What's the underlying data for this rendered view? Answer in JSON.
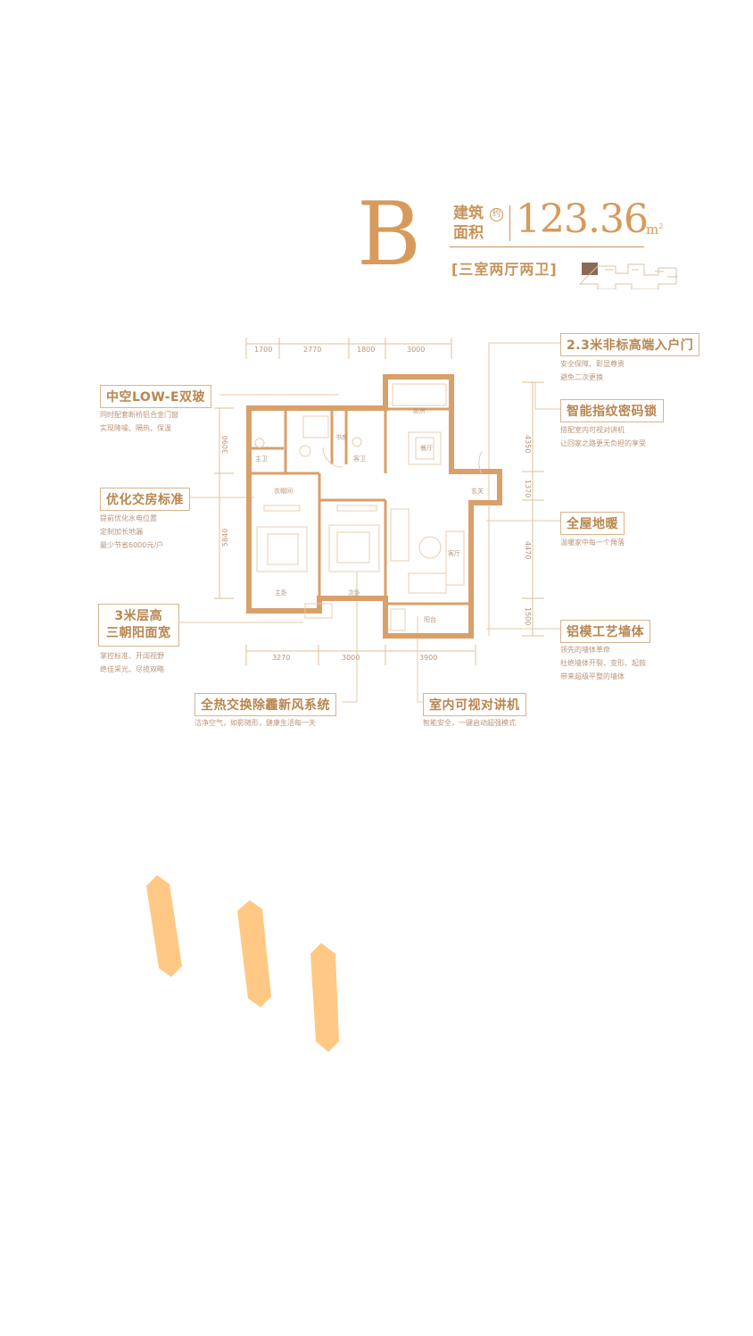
{
  "header": {
    "plan_letter": "B",
    "area_label_line1": "建筑",
    "area_label_line2": "面积",
    "area_approx": "约",
    "area_value": "123.36",
    "area_unit": "m",
    "area_unit_sup": "2",
    "layout_type": "[三室两厅两卫]"
  },
  "dimensions": {
    "top": [
      "1700",
      "2770",
      "1800",
      "3000"
    ],
    "bottom": [
      "3270",
      "3000",
      "3900"
    ],
    "left": [
      "3090",
      "5840"
    ],
    "right": [
      "4350",
      "1370",
      "4470",
      "1500"
    ]
  },
  "rooms": {
    "master_bath": "主卫",
    "study": "书房",
    "guest_bath": "客卫",
    "kitchen": "厨房",
    "dining": "餐厅",
    "closet": "衣帽间",
    "entrance": "玄关",
    "master_bedroom": "主卧",
    "second_bedroom": "次卧",
    "living_room": "客厅",
    "balcony": "阳台"
  },
  "features": {
    "door": {
      "title": "2.3米非标高端入户门",
      "desc": [
        "安全保障、彰显尊贵",
        "避免二次更换"
      ]
    },
    "glass": {
      "title": "中空LOW-E双玻",
      "desc": [
        "同时配套断桥铝合金门窗",
        "实现降噪、隔热、保温"
      ]
    },
    "lock": {
      "title": "智能指纹密码锁",
      "desc": [
        "搭配室内可视对讲机",
        "让回家之路更无负担的享受"
      ]
    },
    "optimize": {
      "title": "优化交房标准",
      "desc": [
        "提前优化水电位置",
        "定制加长地漏",
        "最少节省6000元/户"
      ]
    },
    "heating": {
      "title": "全屋地暖",
      "desc": [
        "温暖家中每一个角落"
      ]
    },
    "height": {
      "title_line1": "3米层高",
      "title_line2": "三朝阳面宽",
      "desc": [
        "掌控标准、开阔视野",
        "绝佳采光、尽揽双略"
      ]
    },
    "wall": {
      "title": "铝模工艺墙体",
      "desc": [
        "领先的墙体革命",
        "杜绝墙体开裂、变形、起鼓",
        "带来超级平整的墙体"
      ]
    },
    "fresh_air": {
      "title": "全热交换除霾新风系统",
      "desc": [
        "洁净空气，如影随形，健康生活每一天"
      ]
    },
    "intercom": {
      "title": "室内可视对讲机",
      "desc": [
        "智能安全，一键启动超强模式"
      ]
    }
  },
  "colors": {
    "primary": "#d89a5c",
    "wall": "#d9a06a",
    "text": "#b8864f",
    "line": "#e0bf9a",
    "petal": "#ffc884"
  }
}
